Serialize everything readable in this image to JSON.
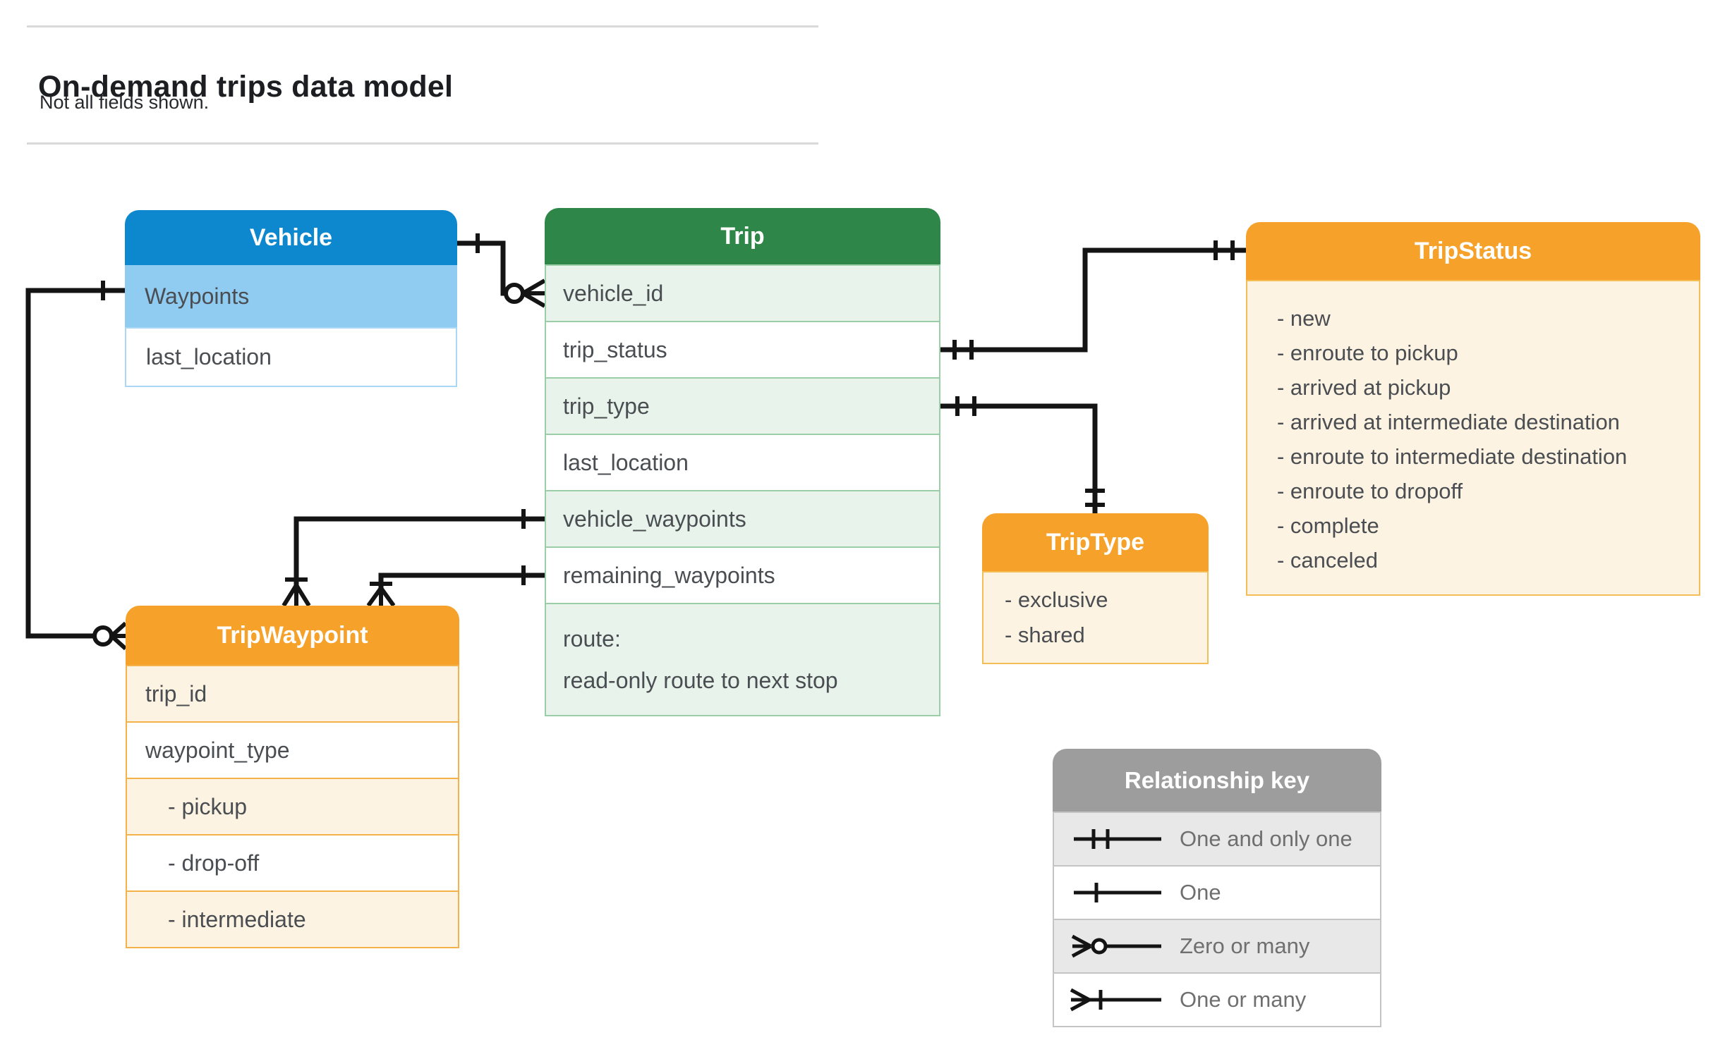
{
  "page": {
    "title": "On-demand trips data model",
    "subtitle": "Not all fields shown."
  },
  "tables": {
    "vehicle": {
      "title": "Vehicle",
      "rows": [
        "Waypoints",
        "last_location"
      ]
    },
    "trip": {
      "title": "Trip",
      "rows": [
        "vehicle_id",
        "trip_status",
        "trip_type",
        "last_location",
        "vehicle_waypoints",
        "remaining_waypoints"
      ],
      "route_label": "route:",
      "route_note": "read-only route to next stop"
    },
    "trip_status": {
      "title": "TripStatus",
      "values": [
        "- new",
        "- enroute to pickup",
        "- arrived at pickup",
        "- arrived at intermediate destination",
        "- enroute to intermediate destination",
        "- enroute to dropoff",
        "- complete",
        "- canceled"
      ]
    },
    "trip_type": {
      "title": "TripType",
      "values": [
        "- exclusive",
        "- shared"
      ]
    },
    "trip_waypoint": {
      "title": "TripWaypoint",
      "rows": [
        "trip_id",
        "waypoint_type",
        "- pickup",
        "- drop-off",
        "- intermediate"
      ]
    }
  },
  "legend": {
    "title": "Relationship key",
    "items": [
      {
        "icon": "one-and-only-one-icon",
        "label": "One and only one"
      },
      {
        "icon": "one-icon",
        "label": "One"
      },
      {
        "icon": "zero-or-many-icon",
        "label": "Zero or many"
      },
      {
        "icon": "one-or-many-icon",
        "label": "One or many"
      }
    ]
  },
  "colors": {
    "vehicle_header": "#0d87ce",
    "vehicle_row_shade": "#90cbf1",
    "trip_header": "#2e8749",
    "trip_row_shade": "#e8f3eb",
    "orange_header": "#f6a12a",
    "orange_row_shade": "#fdf3e2",
    "key_header": "#9d9d9d",
    "key_row_shade": "#e8e8e8",
    "connector": "#141414"
  }
}
